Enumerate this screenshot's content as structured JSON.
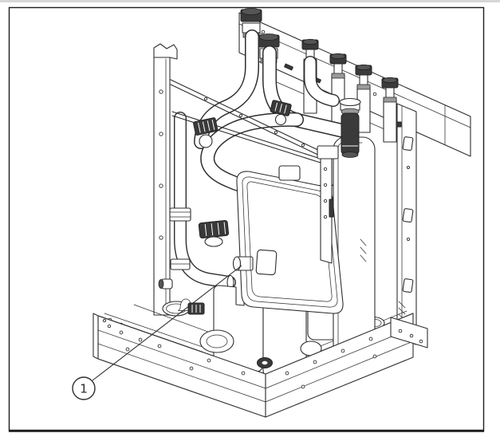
{
  "figure": {
    "type": "technical-line-illustration",
    "callouts": [
      {
        "label": "1",
        "target": "connector-stub-on-front-insulation-shell"
      }
    ],
    "colors": {
      "background": "#ffffff",
      "line": "#2e2e2e",
      "dark_fill": "#3a3a3a",
      "border": "#1c1c1c"
    }
  }
}
